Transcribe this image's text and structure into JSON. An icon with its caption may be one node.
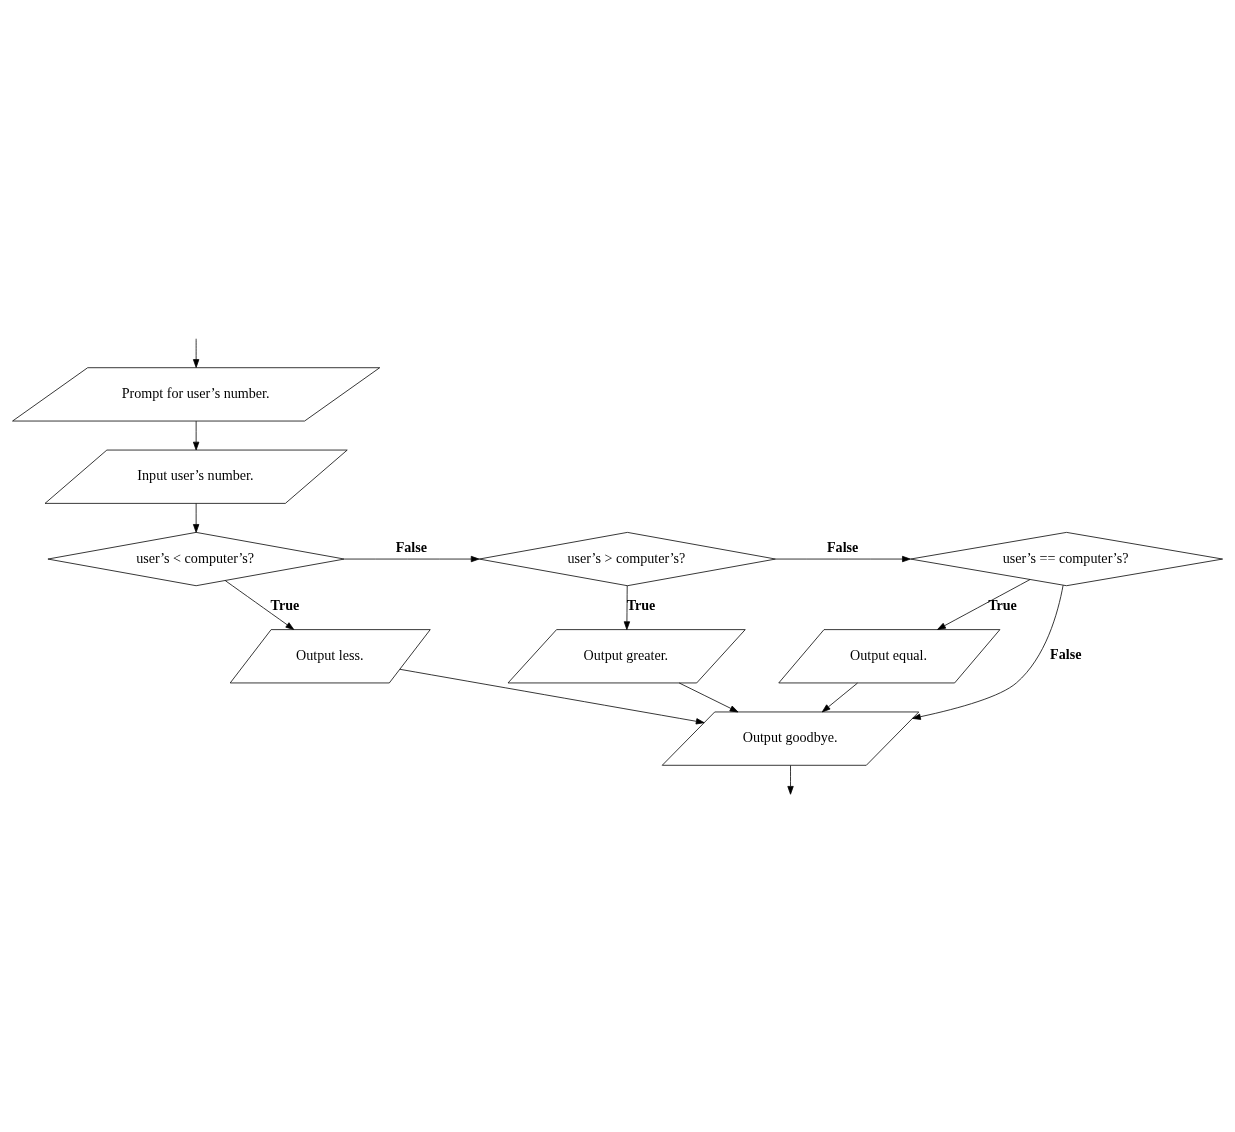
{
  "diagram": {
    "nodes": [
      {
        "text": [
          "Prompt for user’s number."
        ]
      },
      {
        "text": [
          "Input user’s number."
        ]
      },
      {
        "text": [
          "user’s < computer’s?"
        ]
      },
      {
        "text": [
          "user’s > computer’s?"
        ]
      },
      {
        "text": [
          "user’s == computer’s?"
        ]
      },
      {
        "text": [
          "Output less."
        ]
      },
      {
        "text": [
          "Output greater."
        ]
      },
      {
        "text": [
          "Output equal."
        ]
      },
      {
        "text": [
          "Output goodbye."
        ]
      }
    ],
    "edges": [
      {
        "from": null,
        "to": 0,
        "arrow": "to"
      },
      {
        "from": 0,
        "to": 1,
        "arrow": "to"
      },
      {
        "from": 1,
        "to": 2,
        "arrow": "to"
      },
      {
        "from": 2,
        "to": 3,
        "arrow": "to",
        "label": "False"
      },
      {
        "from": 3,
        "to": 4,
        "arrow": "to",
        "label": "False"
      },
      {
        "from": 4,
        "to": 8,
        "arrow": "to",
        "label": "False"
      },
      {
        "from": 2,
        "to": 5,
        "arrow": "to",
        "label": "True"
      },
      {
        "from": 3,
        "to": 6,
        "arrow": "to",
        "label": "True"
      },
      {
        "from": 4,
        "to": 7,
        "arrow": "to",
        "label": "True"
      },
      {
        "from": 5,
        "to": 8,
        "arrow": "to"
      },
      {
        "from": 6,
        "to": 8,
        "arrow": "to"
      },
      {
        "from": 7,
        "to": 8,
        "arrow": "to"
      },
      {
        "from": 8,
        "to": null,
        "arrow": "to"
      }
    ]
  }
}
